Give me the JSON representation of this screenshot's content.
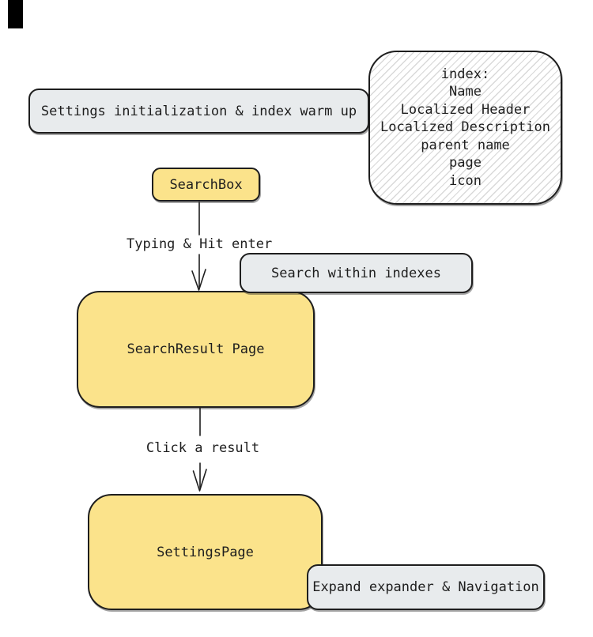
{
  "colors": {
    "stroke": "#1e1e1e",
    "yellow_fill": "#fbe38b",
    "gray_fill": "#e8ebed",
    "hatch_line": "#d9d9d9",
    "marker_black": "#000000"
  },
  "nodes": {
    "settings_init": {
      "label": "Settings initialization & index warm up"
    },
    "index_fields": {
      "lines": [
        "index:",
        "Name",
        "Localized Header",
        "Localized Description",
        "parent name",
        "page",
        "icon"
      ]
    },
    "search_box": {
      "label": "SearchBox"
    },
    "search_within_indexes": {
      "label": "Search within indexes"
    },
    "search_result_page": {
      "label": "SearchResult Page"
    },
    "settings_page": {
      "label": "SettingsPage"
    },
    "expand_navigation": {
      "label": "Expand expander & Navigation"
    }
  },
  "edges": {
    "typing": {
      "label": "Typing & Hit enter"
    },
    "click": {
      "label": "Click a result"
    }
  }
}
